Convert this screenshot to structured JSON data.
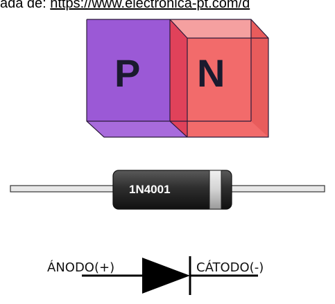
{
  "caption": {
    "prefix": "ada de: ",
    "link_text": "https://www.electronica-pt.com/d"
  },
  "junction": {
    "p_label": "P",
    "n_label": "N",
    "p_color": "#9b59d6",
    "n_color": "#f26b6b"
  },
  "diode_component": {
    "part_number": "1N4001"
  },
  "diode_symbol": {
    "anode_label": "ÁNODO(+)",
    "cathode_label": "CÁTODO(-)"
  }
}
